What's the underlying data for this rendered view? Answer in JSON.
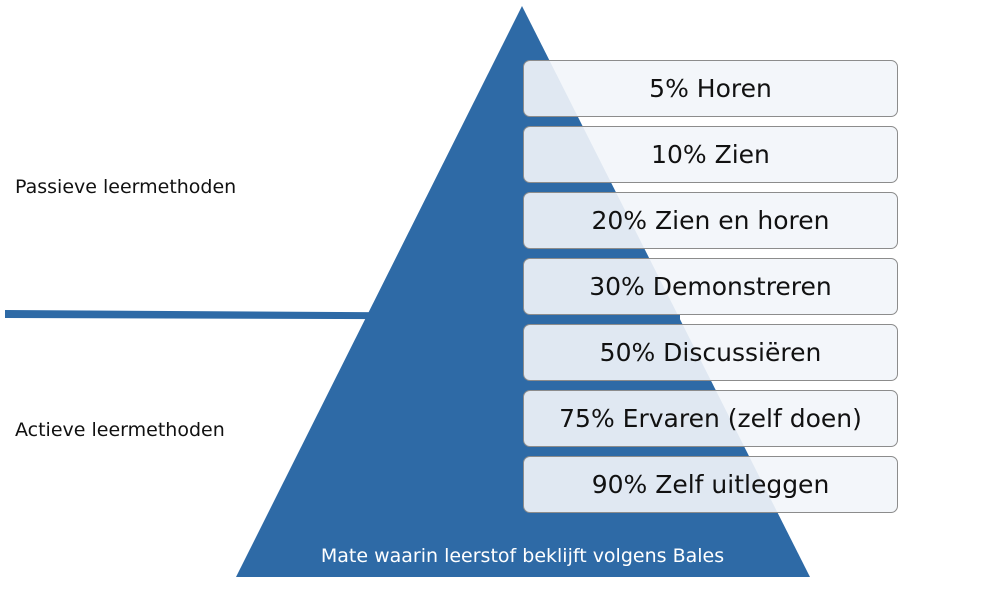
{
  "side_labels": {
    "passive": "Passieve leermethoden",
    "active": "Actieve leermethoden"
  },
  "levels": [
    {
      "label": "5% Horen"
    },
    {
      "label": "10% Zien"
    },
    {
      "label": "20% Zien en horen"
    },
    {
      "label": "30% Demonstreren"
    },
    {
      "label": "50% Discussiëren"
    },
    {
      "label": "75% Ervaren (zelf doen)"
    },
    {
      "label": "90% Zelf uitleggen"
    }
  ],
  "caption": "Mate waarin leerstof beklijft volgens Bales",
  "colors": {
    "pyramid": "#2e6aa6",
    "divider": "#2e6aa6",
    "box_fill": "#f2f5fa",
    "box_border": "#8c8c8c"
  }
}
